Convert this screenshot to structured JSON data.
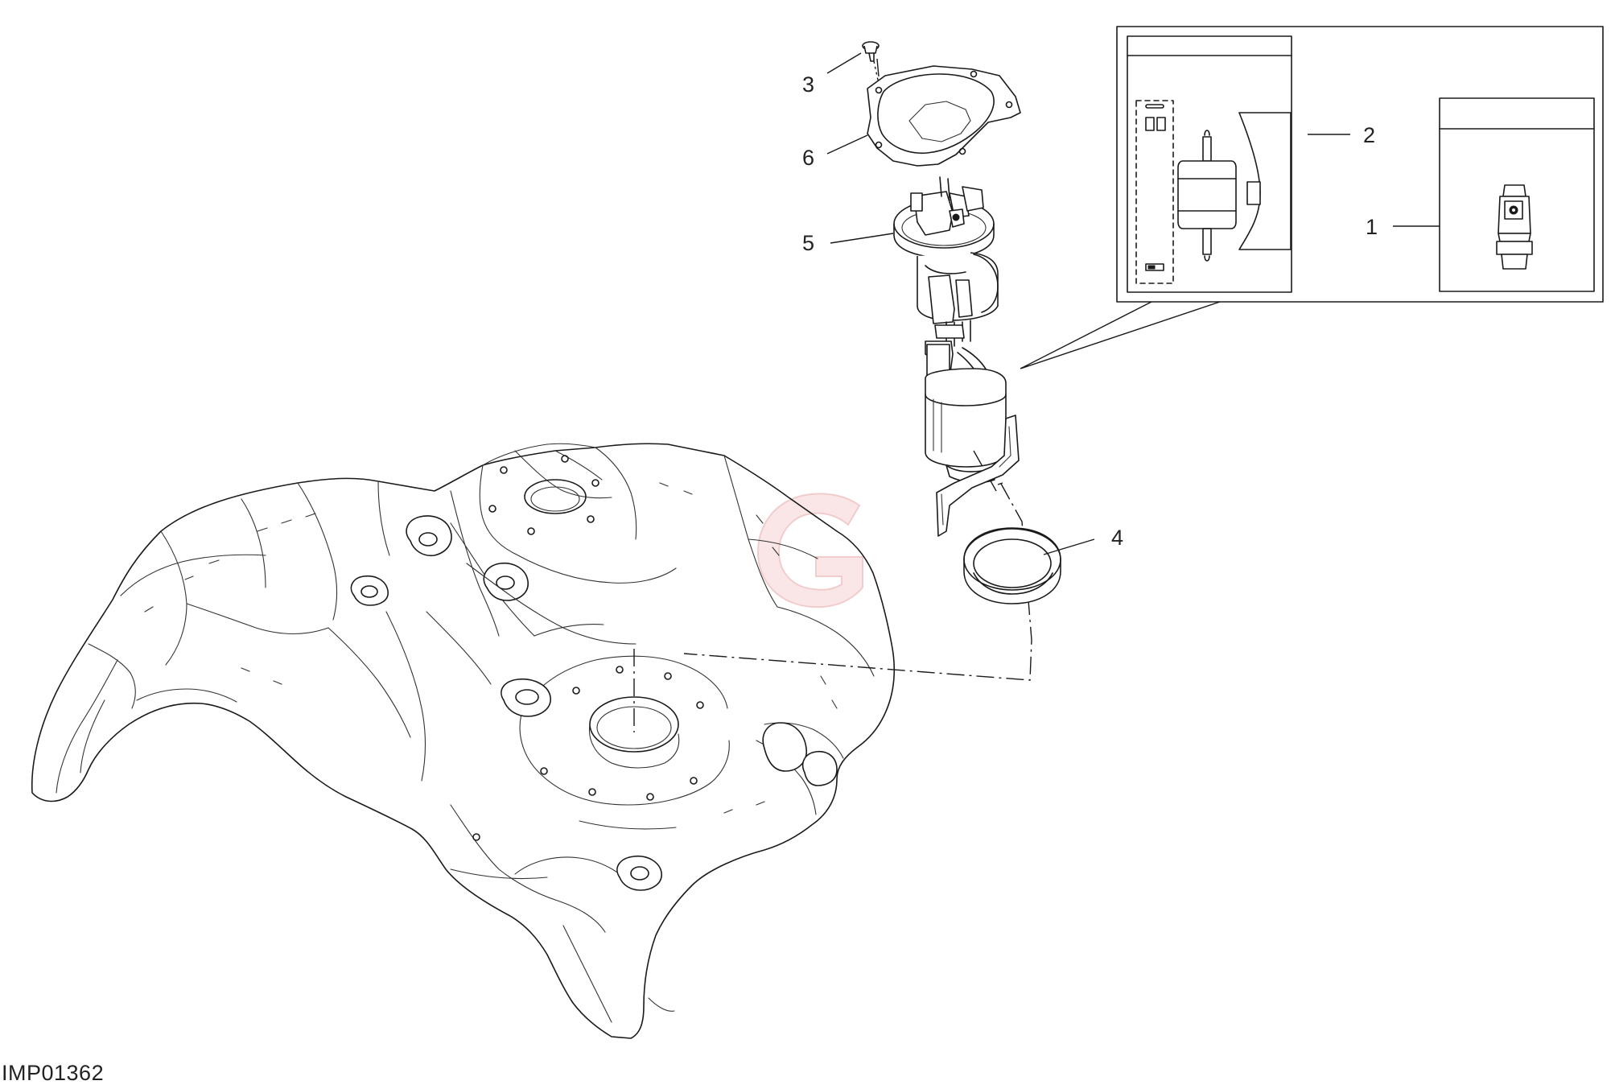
{
  "drawing": {
    "id": "IMP01362"
  },
  "callouts": [
    {
      "number": "1",
      "part": "pressure-regulator"
    },
    {
      "number": "2",
      "part": "fuel-filter-kit"
    },
    {
      "number": "3",
      "part": "screw"
    },
    {
      "number": "4",
      "part": "seal-ring"
    },
    {
      "number": "5",
      "part": "fuel-pump-assembly"
    },
    {
      "number": "6",
      "part": "flange-ring"
    }
  ],
  "watermark": {
    "letter": "G",
    "color": "#f2b8b8"
  },
  "colors": {
    "line": "#1a1a1a",
    "background": "#ffffff"
  }
}
